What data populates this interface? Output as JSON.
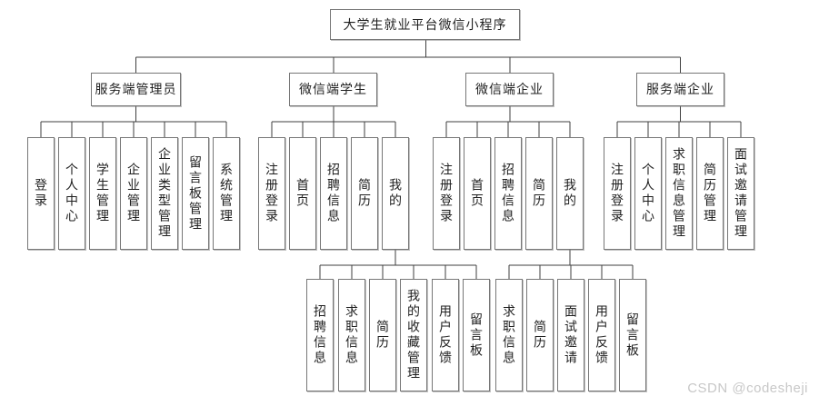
{
  "root": {
    "label": "大学生就业平台微信小程序"
  },
  "branches": [
    {
      "label": "服务端管理员",
      "children": [
        "登录",
        "个人中心",
        "学生管理",
        "企业管理",
        "企业类型管理",
        "留言板管理",
        "系统管理"
      ]
    },
    {
      "label": "微信端学生",
      "children": [
        "注册登录",
        "首页",
        "招聘信息",
        "简历",
        "我的"
      ],
      "sub": {
        "parent": "我的",
        "children": [
          "招聘信息",
          "求职信息",
          "简历",
          "我的收藏管理",
          "用户反馈",
          "留言板"
        ]
      }
    },
    {
      "label": "微信端企业",
      "children": [
        "注册登录",
        "首页",
        "招聘信息",
        "简历",
        "我的"
      ],
      "sub": {
        "parent": "我的",
        "children": [
          "求职信息",
          "简历",
          "面试邀请",
          "用户反馈",
          "留言板"
        ]
      }
    },
    {
      "label": "服务端企业",
      "children": [
        "注册登录",
        "个人中心",
        "求职信息管理",
        "简历管理",
        "面试邀请管理"
      ]
    }
  ],
  "watermark": "CSDN @codesheji",
  "colors": {
    "border": "#777777",
    "line": "#3f3f3f",
    "text": "#1f1f1f",
    "watermark": "#c8c8c8",
    "background": "#ffffff"
  }
}
